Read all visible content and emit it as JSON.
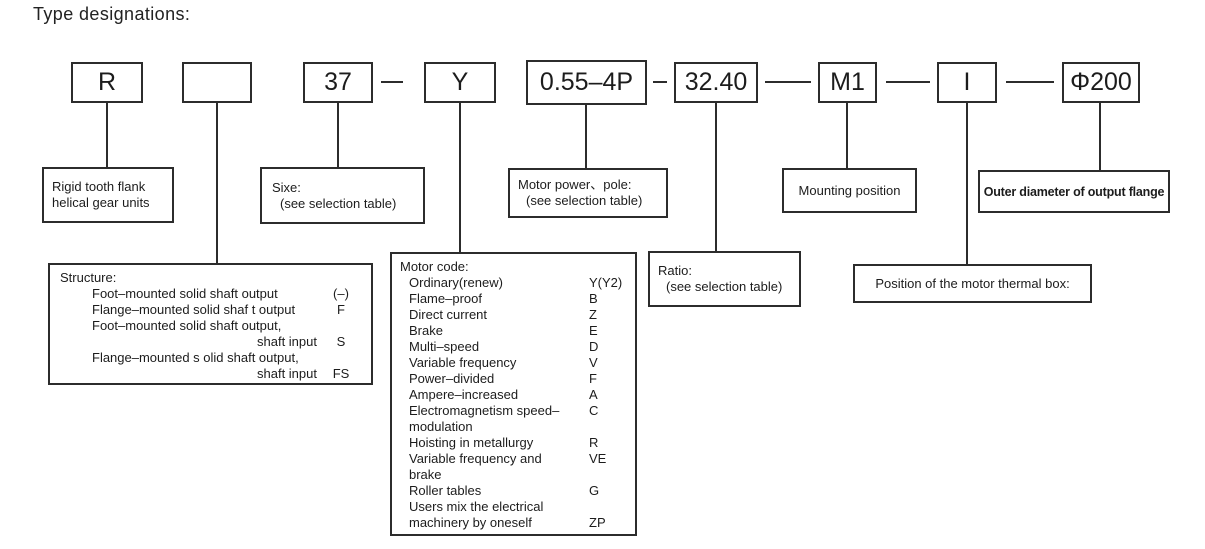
{
  "title": "Type designations:",
  "colors": {
    "line": "#2c2c2c",
    "text": "#1c1c1c",
    "background": "#ffffff"
  },
  "codes": [
    {
      "name": "gear-type",
      "label": "R"
    },
    {
      "name": "structure",
      "label": ""
    },
    {
      "name": "size",
      "label": "37"
    },
    {
      "name": "motor-code",
      "label": "Y"
    },
    {
      "name": "motor-power-pole",
      "label": "0.55–4P"
    },
    {
      "name": "ratio",
      "label": "32.40"
    },
    {
      "name": "mounting-position",
      "label": "M1"
    },
    {
      "name": "thermal-box-position",
      "label": "I"
    },
    {
      "name": "output-flange-diameter",
      "label": "Φ200"
    }
  ],
  "descriptions": {
    "gear_type": {
      "line1": "Rigid tooth flank",
      "line2": "helical gear units"
    },
    "size": {
      "line1": "Sixe:",
      "line2": "(see selection table)"
    },
    "motor_power": {
      "line1": "Motor power、pole:",
      "line2": "(see selection table)"
    },
    "mounting": {
      "text": "Mounting position"
    },
    "flange": {
      "text": "Outer diameter of output flange"
    },
    "ratio": {
      "line1": "Ratio:",
      "line2": "(see selection table)"
    },
    "thermal": {
      "text": "Position of the motor thermal box:"
    },
    "structure": {
      "heading": "Structure:",
      "rows": [
        {
          "label": "Foot–mounted solid shaft output",
          "code": "(–)"
        },
        {
          "label": "Flange–mounted solid shaf t output",
          "code": "F"
        },
        {
          "label": "Foot–mounted solid shaft output,",
          "code": ""
        },
        {
          "label": "shaft input",
          "code": "S"
        },
        {
          "label": "Flange–mounted s olid shaft output,",
          "code": ""
        },
        {
          "label": "shaft input",
          "code": "FS"
        }
      ]
    },
    "motor_code": {
      "heading": "Motor code:",
      "rows": [
        {
          "label": "Ordinary(renew)",
          "code": "Y(Y2)"
        },
        {
          "label": "Flame–proof",
          "code": "B"
        },
        {
          "label": "Direct current",
          "code": "Z"
        },
        {
          "label": "Brake",
          "code": "E"
        },
        {
          "label": "Multi–speed",
          "code": "D"
        },
        {
          "label": "Variable frequency",
          "code": "V"
        },
        {
          "label": "Power–divided",
          "code": "F"
        },
        {
          "label": "Ampere–increased",
          "code": "A"
        },
        {
          "label": "Electromagnetism speed–modulation",
          "code": "C"
        },
        {
          "label": "Hoisting in metallurgy",
          "code": "R"
        },
        {
          "label": "Variable frequency and brake",
          "code": "VE"
        },
        {
          "label": "Roller tables",
          "code": "G"
        },
        {
          "label": "Users mix the electrical machinery by oneself",
          "code": "ZP"
        }
      ]
    }
  }
}
